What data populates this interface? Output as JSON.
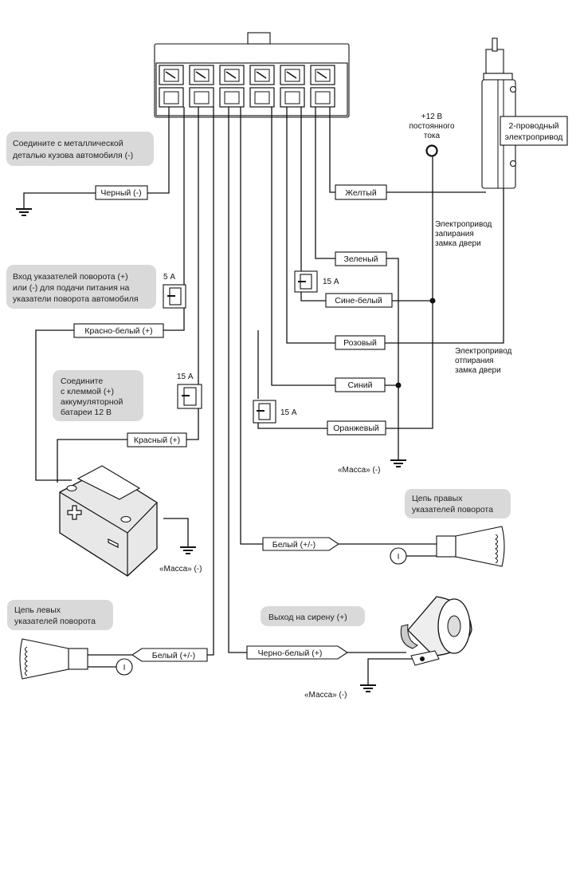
{
  "notes": {
    "ground_body": [
      "Соедините с металлической",
      "деталью кузова автомобиля (-)"
    ],
    "turn_input": [
      "Вход указателей поворота (+)",
      "или (-) для подачи питания на",
      "указатели поворота автомобиля"
    ],
    "battery": [
      "Соедините",
      "с клеммой (+)",
      "аккумуляторной",
      "батареи 12 В"
    ],
    "right_turn": [
      "Цепь правых",
      "указателей поворота"
    ],
    "left_turn": [
      "Цепь левых",
      "указателей поворота"
    ],
    "siren": [
      "Выход на сирену (+)"
    ]
  },
  "wires": {
    "black": "Черный (-)",
    "red_white": "Красно-белый (+)",
    "red": "Красный (+)",
    "yellow": "Желтый",
    "green": "Зеленый",
    "blue_white": "Сине-белый",
    "pink": "Розовый",
    "blue": "Синий",
    "orange": "Оранжевый",
    "white_right": "Белый (+/-)",
    "white_left": "Белый (+/-)",
    "black_white": "Черно-белый (+)"
  },
  "fuses": {
    "f5": "5 А",
    "f15a": "15 А",
    "f15b": "15 А",
    "f15c": "15 А"
  },
  "labels": {
    "plus12": [
      "+12 В",
      "постоянного",
      "тока"
    ],
    "actuator": [
      "2-проводный",
      "электропривод"
    ],
    "lock": [
      "Электропривод",
      "запирания",
      "замка двери"
    ],
    "unlock": [
      "Электропривод",
      "отпирания",
      "замка двери"
    ],
    "ground1": "«Масса» (-)",
    "ground2": "«Масса» (-)",
    "ground3": "«Масса» (-)",
    "i_right": "I",
    "i_left": "I"
  }
}
